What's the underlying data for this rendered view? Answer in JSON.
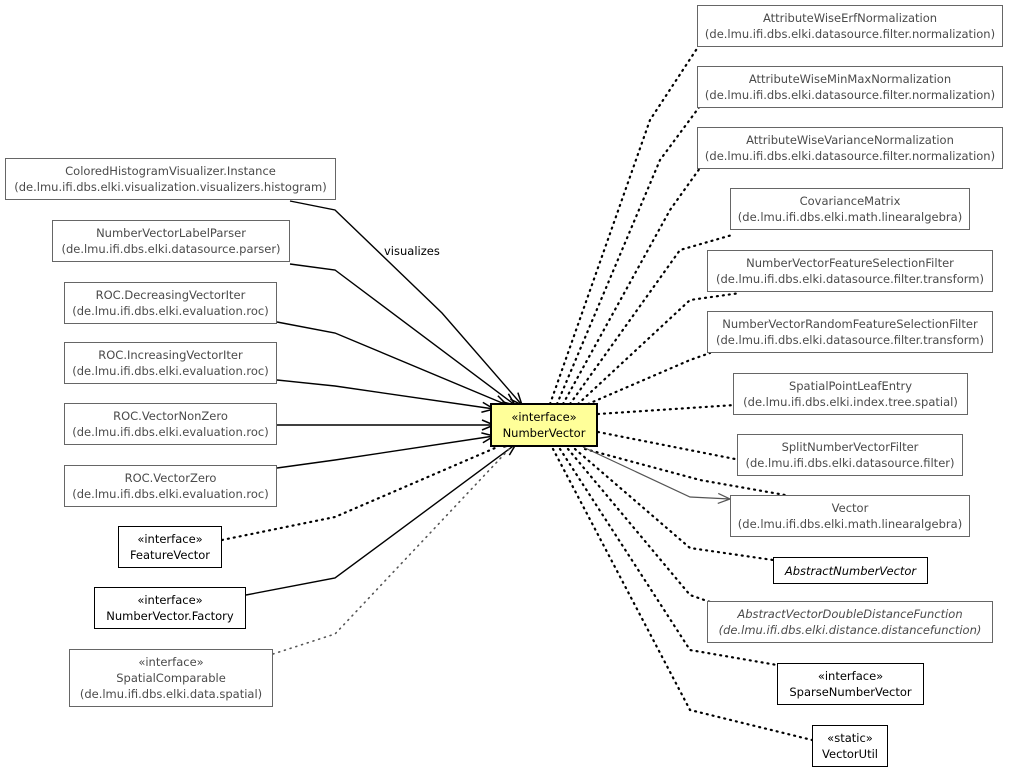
{
  "center": {
    "stereotype": "«interface»",
    "name": "NumberVector"
  },
  "edge_label": "visualizes",
  "left_nodes": [
    {
      "name": "ColoredHistogramVisualizer.Instance",
      "pkg": "(de.lmu.ifi.dbs.elki.visualization.visualizers.histogram)"
    },
    {
      "name": "NumberVectorLabelParser",
      "pkg": "(de.lmu.ifi.dbs.elki.datasource.parser)"
    },
    {
      "name": "ROC.DecreasingVectorIter",
      "pkg": "(de.lmu.ifi.dbs.elki.evaluation.roc)"
    },
    {
      "name": "ROC.IncreasingVectorIter",
      "pkg": "(de.lmu.ifi.dbs.elki.evaluation.roc)"
    },
    {
      "name": "ROC.VectorNonZero",
      "pkg": "(de.lmu.ifi.dbs.elki.evaluation.roc)"
    },
    {
      "name": "ROC.VectorZero",
      "pkg": "(de.lmu.ifi.dbs.elki.evaluation.roc)"
    },
    {
      "stereotype": "«interface»",
      "name": "FeatureVector"
    },
    {
      "stereotype": "«interface»",
      "name": "NumberVector.Factory"
    },
    {
      "stereotype": "«interface»",
      "name": "SpatialComparable",
      "pkg": "(de.lmu.ifi.dbs.elki.data.spatial)"
    }
  ],
  "right_nodes": [
    {
      "name": "AttributeWiseErfNormalization",
      "pkg": "(de.lmu.ifi.dbs.elki.datasource.filter.normalization)"
    },
    {
      "name": "AttributeWiseMinMaxNormalization",
      "pkg": "(de.lmu.ifi.dbs.elki.datasource.filter.normalization)"
    },
    {
      "name": "AttributeWiseVarianceNormalization",
      "pkg": "(de.lmu.ifi.dbs.elki.datasource.filter.normalization)"
    },
    {
      "name": "CovarianceMatrix",
      "pkg": "(de.lmu.ifi.dbs.elki.math.linearalgebra)"
    },
    {
      "name": "NumberVectorFeatureSelectionFilter",
      "pkg": "(de.lmu.ifi.dbs.elki.datasource.filter.transform)"
    },
    {
      "name": "NumberVectorRandomFeatureSelectionFilter",
      "pkg": "(de.lmu.ifi.dbs.elki.datasource.filter.transform)"
    },
    {
      "name": "SpatialPointLeafEntry",
      "pkg": "(de.lmu.ifi.dbs.elki.index.tree.spatial)"
    },
    {
      "name": "SplitNumberVectorFilter",
      "pkg": "(de.lmu.ifi.dbs.elki.datasource.filter)"
    },
    {
      "name": "Vector",
      "pkg": "(de.lmu.ifi.dbs.elki.math.linearalgebra)"
    },
    {
      "name": "AbstractNumberVector"
    },
    {
      "name": "AbstractVectorDoubleDistanceFunction",
      "pkg": "(de.lmu.ifi.dbs.elki.distance.distancefunction)"
    },
    {
      "stereotype": "«interface»",
      "name": "SparseNumberVector"
    },
    {
      "stereotype": "«static»",
      "name": "VectorUtil"
    }
  ]
}
